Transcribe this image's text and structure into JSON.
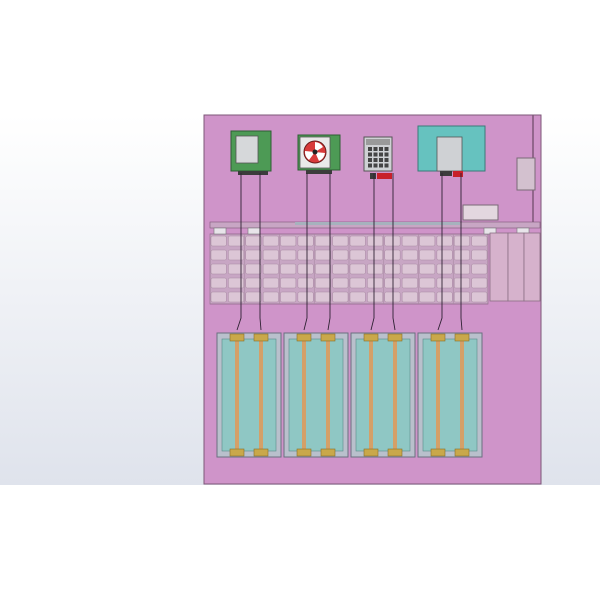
{
  "viewport": {
    "background_gradient": [
      "#ffffff",
      "#dfe3ec"
    ]
  },
  "colors": {
    "panel": "#cf94c9",
    "panel_edge": "#7d5778",
    "rail": "#c8a6c4",
    "terminal": "#dcc6d6",
    "terminal_edge": "#a88aa2",
    "module_frame": "#b9c0cc",
    "module_glass": "#8fc7c4",
    "bus_bar": "#d4a068",
    "bracket": "#c9a84a",
    "device_green": "#4d9a55",
    "device_teal": "#66c2bf",
    "device_gray": "#cfd1d4",
    "fan_red": "#d83a3a",
    "accent_red": "#c8202a"
  },
  "devices": [
    {
      "name": "green-enclosure-device",
      "icon": "box-icon"
    },
    {
      "name": "fan-unit",
      "icon": "fan-icon"
    },
    {
      "name": "keypad-controller",
      "icon": "keypad-icon"
    },
    {
      "name": "teal-cabinet-device",
      "icon": "box-icon"
    }
  ],
  "storage_modules": 4,
  "terminal_rows": 5,
  "terminal_columns": 16
}
